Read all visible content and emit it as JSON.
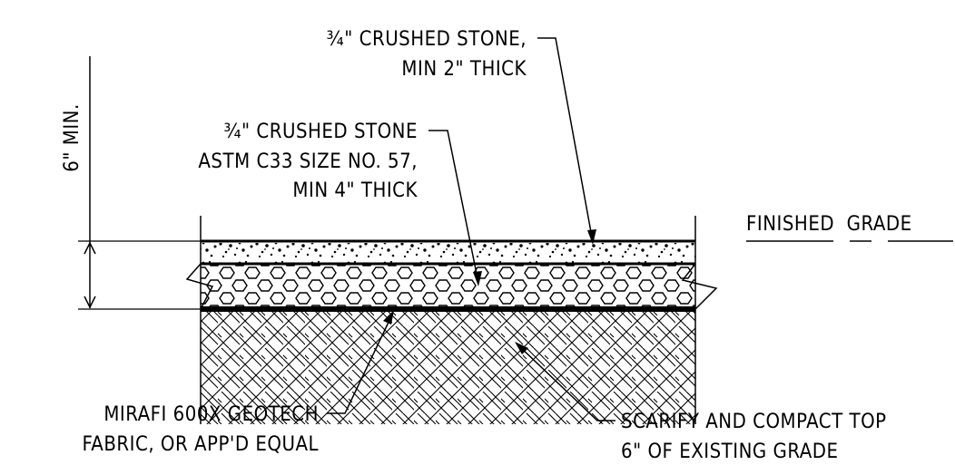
{
  "dimension": {
    "label": "6\" MIN."
  },
  "labels": {
    "top_stone_line1": "¾\" CRUSHED STONE,",
    "top_stone_line2": "MIN 2\" THICK",
    "base_stone_line1": "¾\" CRUSHED STONE",
    "base_stone_line2": "ASTM C33 SIZE NO. 57,",
    "base_stone_line3": "MIN 4\" THICK",
    "finished_grade": "FINISHED  GRADE",
    "fabric_line1": "MIRAFI 600X GEOTECH",
    "fabric_line2": "FABRIC, OR APP'D EQUAL",
    "subgrade_line1": "SCARIFY AND COMPACT TOP",
    "subgrade_line2": "6\" OF EXISTING GRADE"
  },
  "colors": {
    "ink": "#000000",
    "background": "#ffffff"
  }
}
